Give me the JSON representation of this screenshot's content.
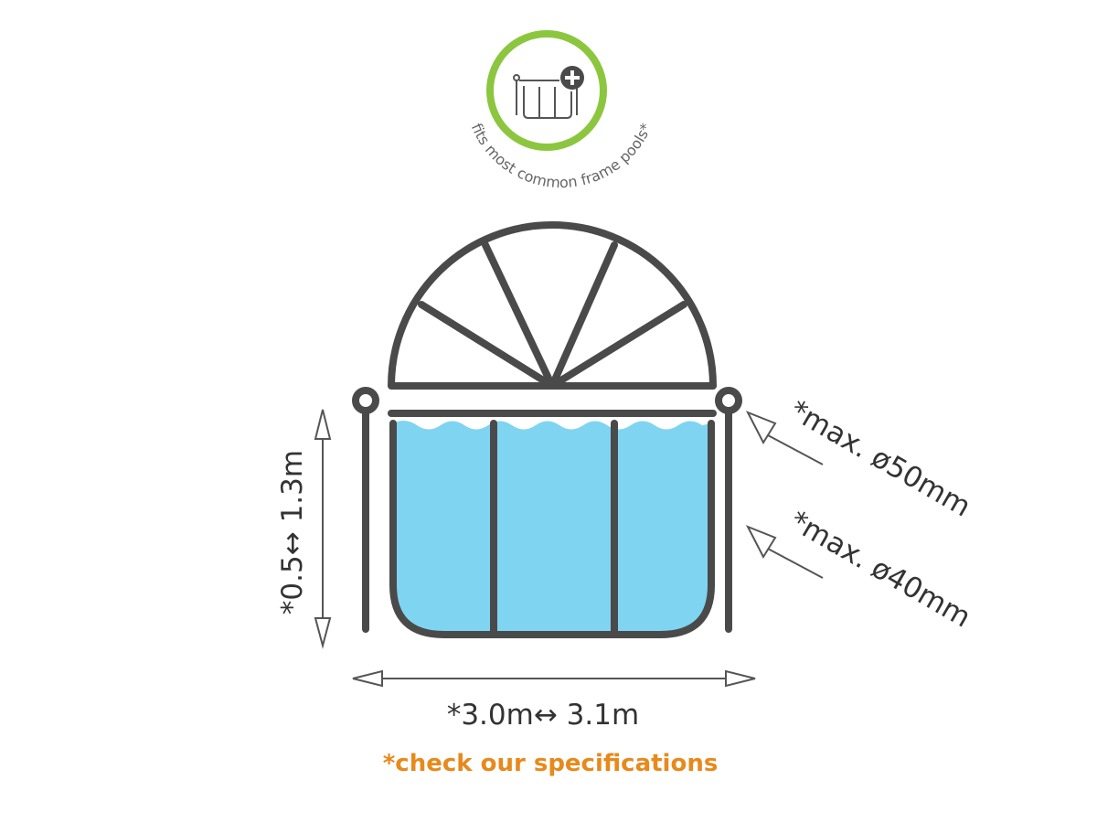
{
  "badge": {
    "text": "fits most common frame pools*",
    "ring_color": "#8cc63f"
  },
  "dimensions": {
    "height_range": "*0.5↔ 1.3m",
    "width_range": "*3.0m↔ 3.1m",
    "tube_max_large": "*max. ø50mm",
    "tube_max_small": "*max. ø40mm"
  },
  "footnote": {
    "text": "*check our specifications",
    "color": "#e8891c"
  },
  "colors": {
    "outline": "#4a4a4a",
    "water": "#7fd4f1",
    "arrow": "#555555"
  },
  "icons": [
    "pool-frame-icon",
    "plus-icon",
    "dome-frame-icon"
  ]
}
